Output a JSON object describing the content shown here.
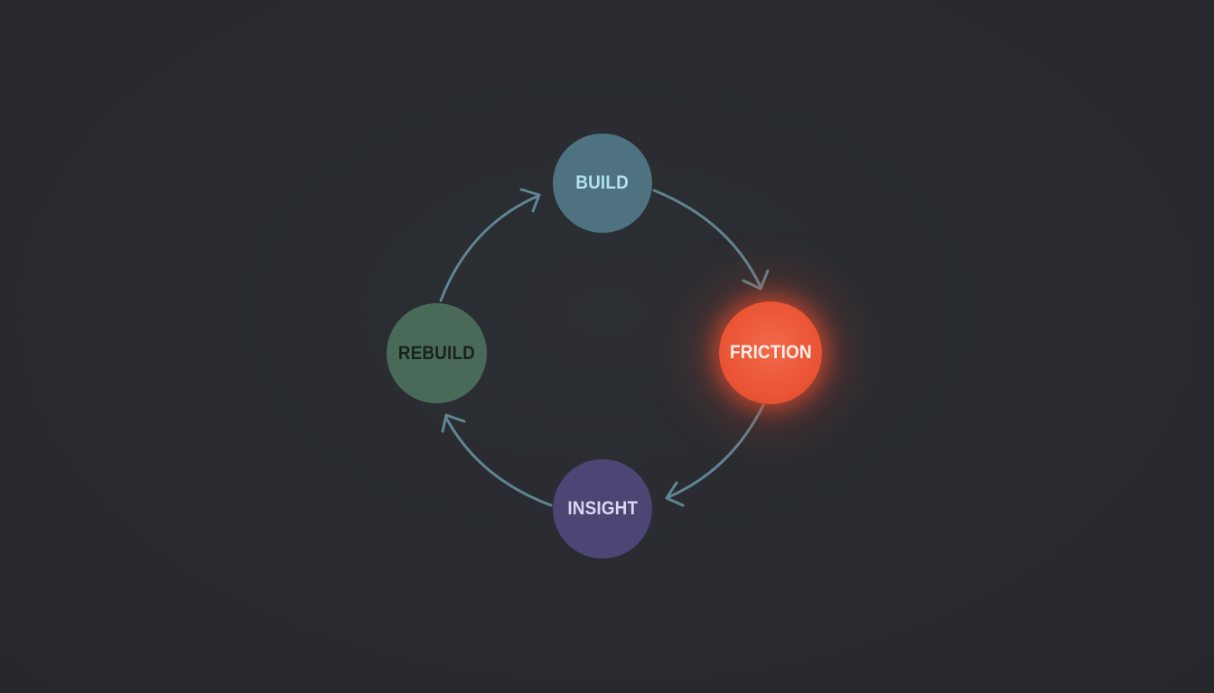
{
  "diagram": {
    "type": "cycle",
    "nodes": [
      {
        "id": "build",
        "label": "BUILD",
        "color": "#4f7280"
      },
      {
        "id": "friction",
        "label": "FRICTION",
        "color": "#ea5535",
        "highlighted": true
      },
      {
        "id": "insight",
        "label": "INSIGHT",
        "color": "#4d4574"
      },
      {
        "id": "rebuild",
        "label": "REBUILD",
        "color": "#4a6a59"
      }
    ],
    "edges": [
      {
        "from": "build",
        "to": "friction"
      },
      {
        "from": "friction",
        "to": "insight"
      },
      {
        "from": "insight",
        "to": "rebuild"
      },
      {
        "from": "rebuild",
        "to": "build"
      }
    ],
    "arrow_color": "#5f8592",
    "background_color": "#2a2c31"
  }
}
